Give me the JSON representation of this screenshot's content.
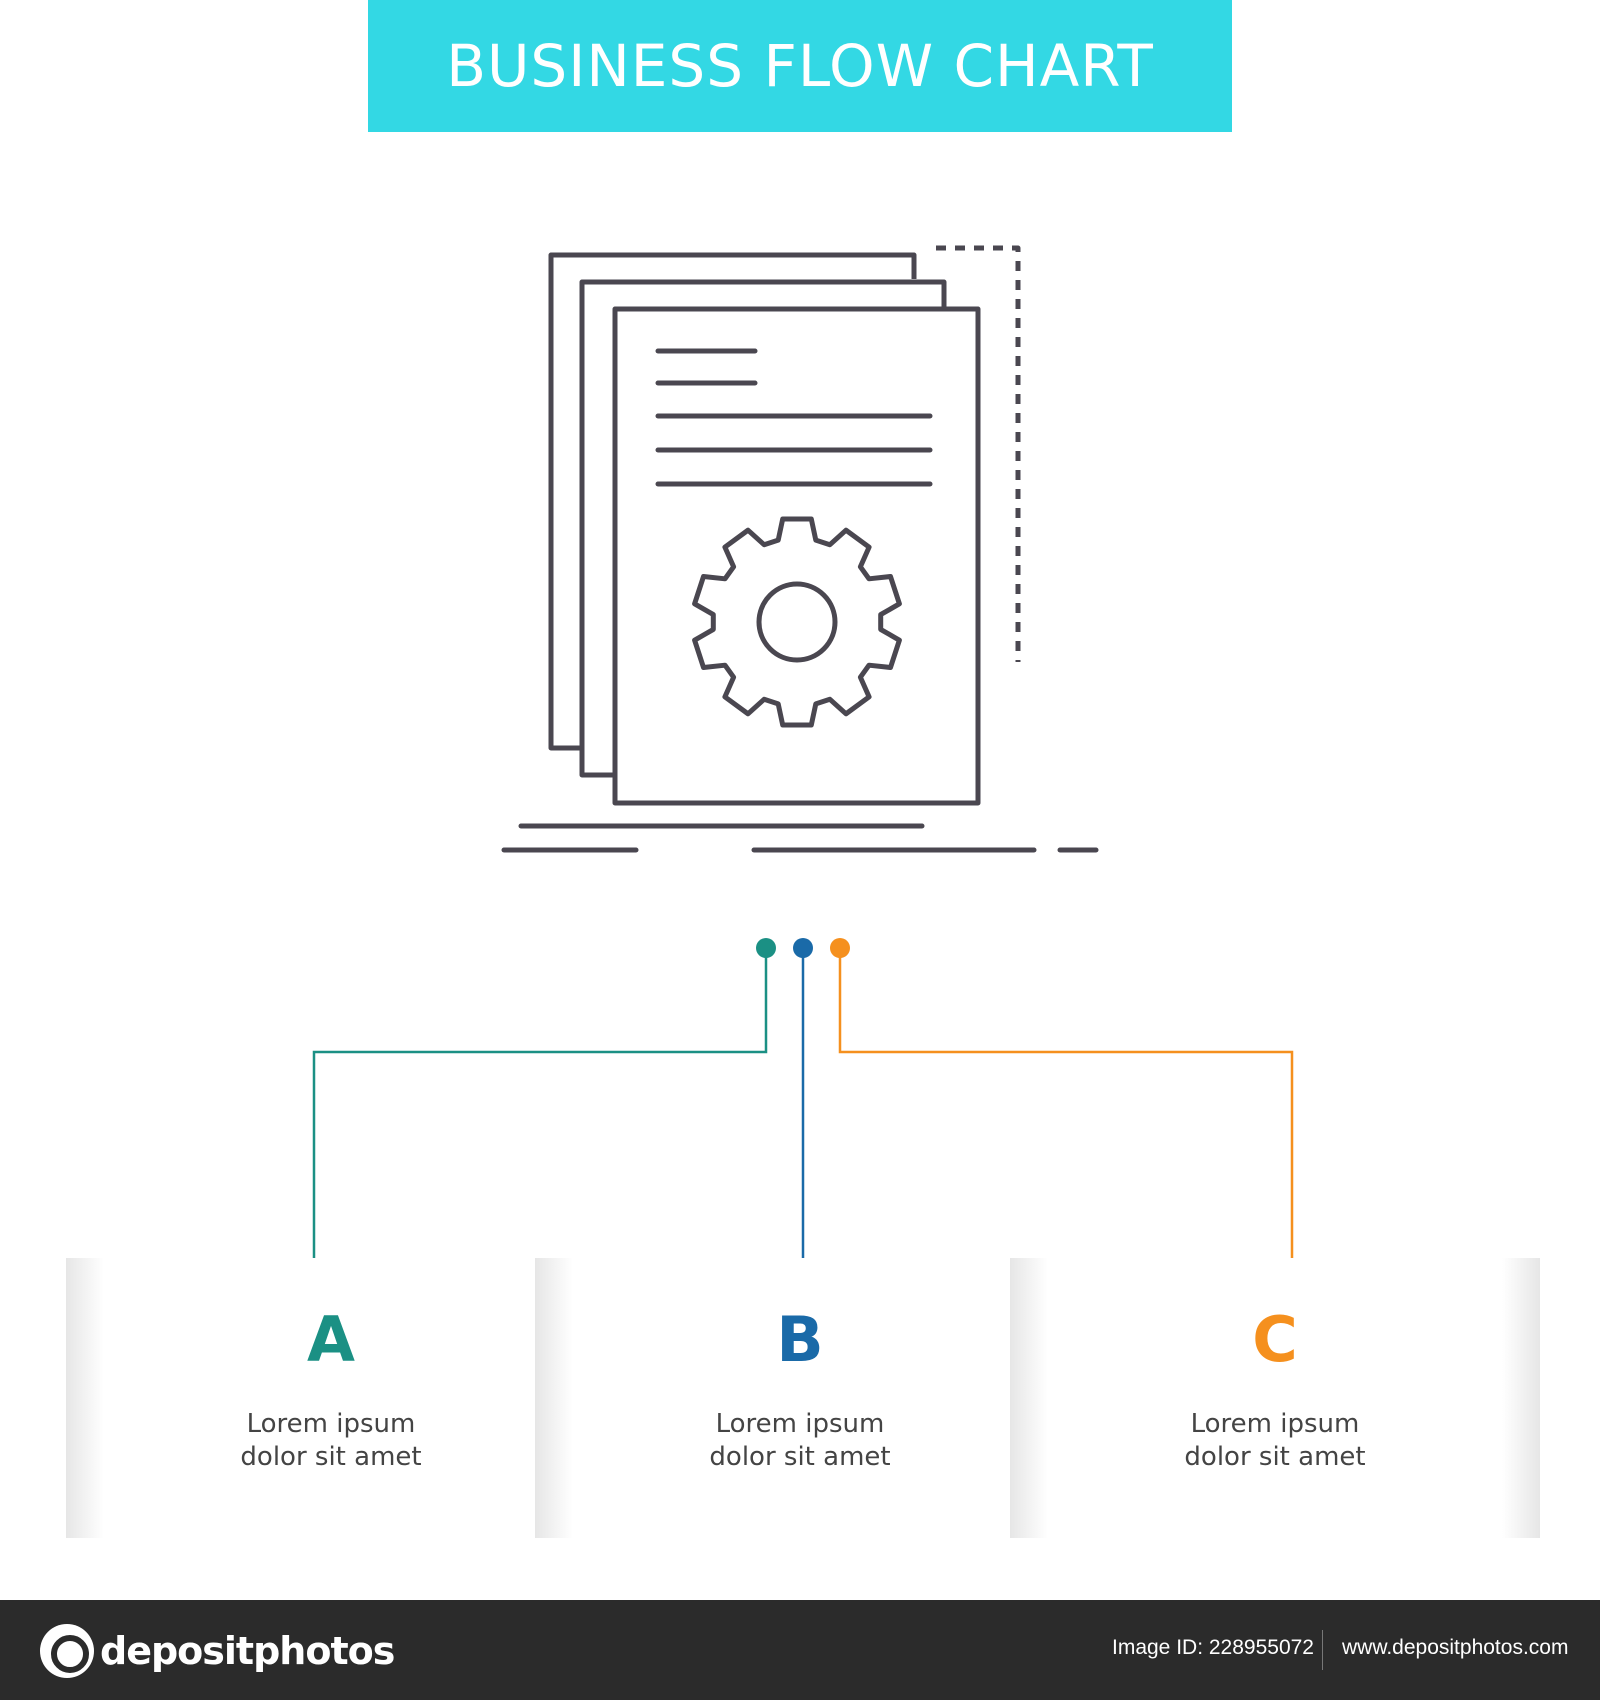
{
  "title": "BUSINESS FLOW CHART",
  "icon": "settings-document-icon",
  "colors": {
    "banner": "#33d8e4",
    "a": "#1b9084",
    "b": "#1a6aa8",
    "c": "#f5901e",
    "icon_stroke": "#4a4750",
    "footer": "#2b2b2b"
  },
  "cards": [
    {
      "letter": "A",
      "line1": "Lorem ipsum",
      "line2": "dolor sit amet"
    },
    {
      "letter": "B",
      "line1": "Lorem ipsum",
      "line2": "dolor sit amet"
    },
    {
      "letter": "C",
      "line1": "Lorem ipsum",
      "line2": "dolor sit amet"
    }
  ],
  "footer": {
    "brand": "depositphotos",
    "image_id": "Image ID: 228955072",
    "url": "www.depositphotos.com"
  }
}
